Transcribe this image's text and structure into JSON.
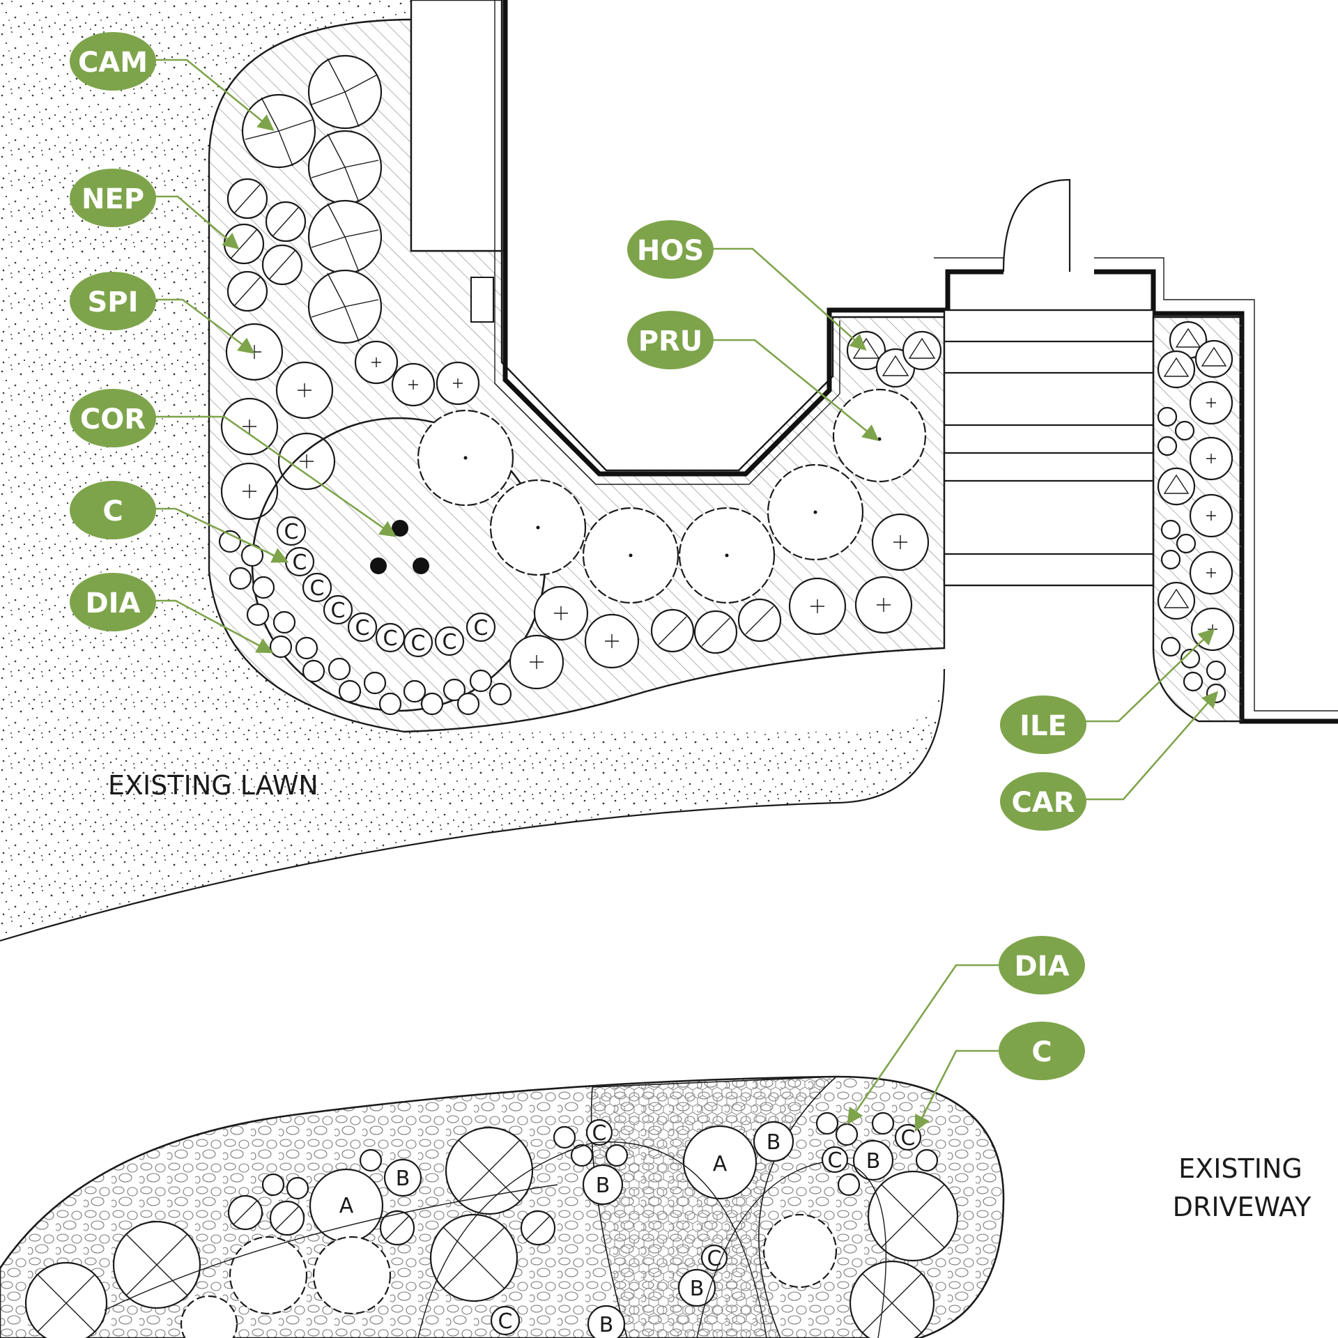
{
  "colors": {
    "label_green": "#7ea44b",
    "line": "#1a1a1a",
    "hatch": "#8a8a8a"
  },
  "areas": {
    "lawn": "EXISTING LAWN",
    "driveway_line1": "EXISTING",
    "driveway_line2": "DRIVEWAY"
  },
  "labels": {
    "cam": "CAM",
    "nep": "NEP",
    "spi": "SPI",
    "cor": "COR",
    "c_top": "C",
    "dia_top": "DIA",
    "hos": "HOS",
    "pru": "PRU",
    "ile": "ILE",
    "car": "CAR",
    "dia_bottom": "DIA",
    "c_bottom": "C"
  },
  "symbols": {
    "c": "C",
    "a": "A",
    "b": "B"
  }
}
